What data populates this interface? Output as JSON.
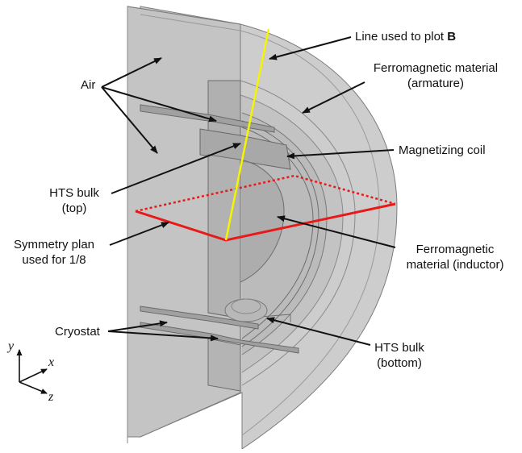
{
  "labels": {
    "line_prefix": "Line used to plot ",
    "line_bold": "B",
    "ferro_armature_1": "Ferromagnetic material",
    "ferro_armature_2": "(armature)",
    "air": "Air",
    "magnetizing_coil": "Magnetizing coil",
    "hts_top_1": "HTS bulk",
    "hts_top_2": "(top)",
    "symmetry_1": "Symmetry plan",
    "symmetry_2": "used for 1/8",
    "ferro_inductor_1": "Ferromagnetic",
    "ferro_inductor_2": "material (inductor)",
    "cryostat": "Cryostat",
    "hts_bottom_1": "HTS bulk",
    "hts_bottom_2": "(bottom)"
  },
  "axes": {
    "y": "y",
    "x": "x",
    "z": "z"
  },
  "colors": {
    "body_fill": "#c4c4c4",
    "body_stroke": "#7a7a7a",
    "plot_line": "#f5f500",
    "symmetry_plane": "#e81919",
    "arrow": "#111111"
  }
}
